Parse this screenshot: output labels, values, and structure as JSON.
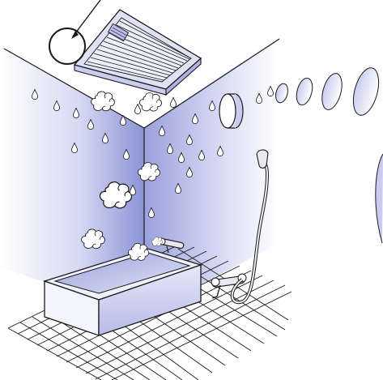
{
  "illustration": {
    "subject": "bathroom-ventilation",
    "elements": [
      "ceiling-vent-fan",
      "wall-exhaust-port",
      "bathtub",
      "shower-hose",
      "mixer-faucet",
      "tile-floor",
      "steam-clouds",
      "water-droplets",
      "airflow-rings"
    ]
  },
  "colors": {
    "outline": "#1a1a1a",
    "wall_light": "#ffffff",
    "wall_dark": "#8c93d6",
    "wall_mid": "#c9ccef",
    "vent_panel": "#dfe1f5",
    "fixture_metal": "#e8e8ee"
  },
  "counts": {
    "steam_clouds": 7,
    "droplets": 24,
    "airflow_rings": 4
  }
}
